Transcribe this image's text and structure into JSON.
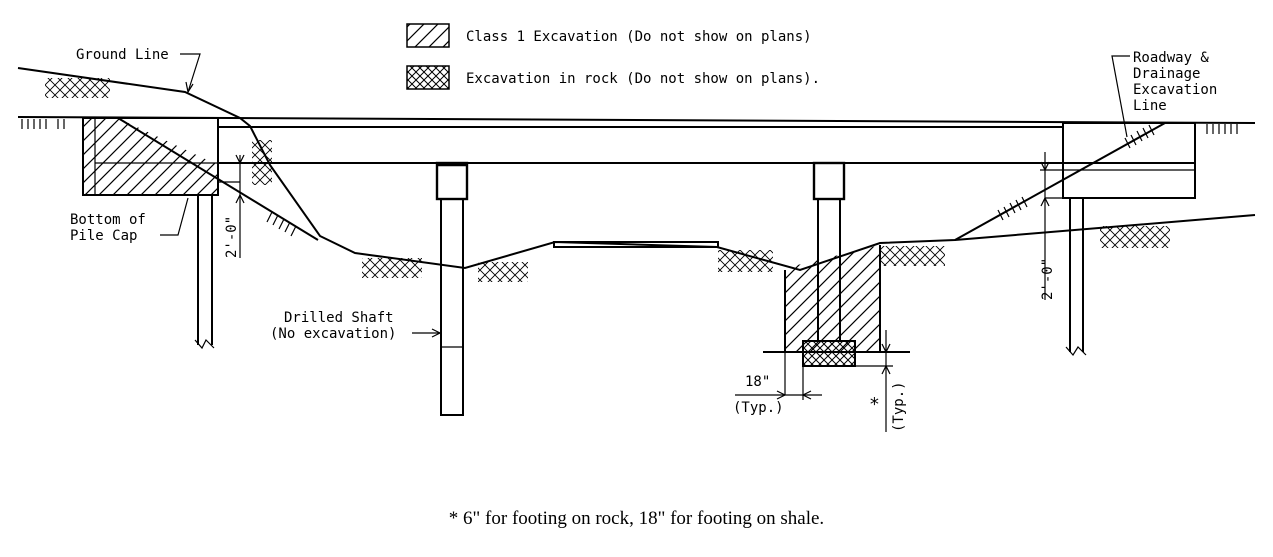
{
  "legend": {
    "class1": "Class 1 Excavation (Do not show on plans)",
    "rock": "Excavation in rock (Do not show on plans)."
  },
  "labels": {
    "ground_line": "Ground Line",
    "roadway_1": "Roadway &",
    "roadway_2": "Drainage",
    "roadway_3": "Excavation",
    "roadway_4": "Line",
    "bottom_1": "Bottom of",
    "bottom_2": "Pile Cap",
    "shaft_1": "Drilled Shaft",
    "shaft_2": "(No excavation)",
    "dim_left": "2'-0\"",
    "dim_right": "2'-0\"",
    "dim_18": "18\"",
    "typ_1": "(Typ.)",
    "typ_2": "(Typ.)",
    "asterisk": "*"
  },
  "footnote": "* 6\" for footing on rock, 18\" for footing on shale."
}
